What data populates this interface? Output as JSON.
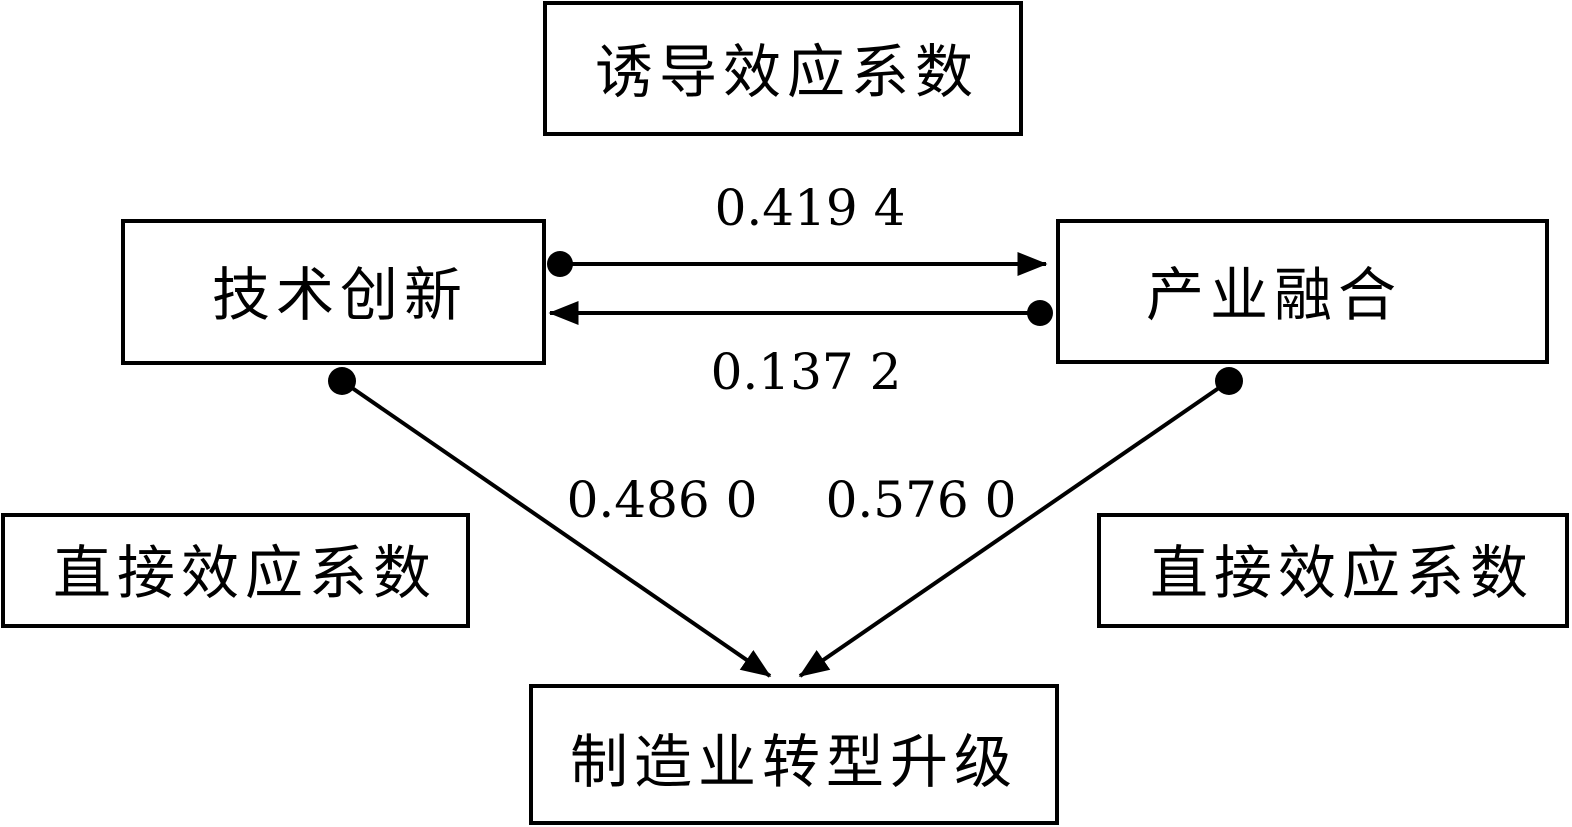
{
  "nodes": {
    "induced_label": "诱导效应系数",
    "tech": "技术创新",
    "industry": "产业融合",
    "direct_left": "直接效应系数",
    "direct_right": "直接效应系数",
    "target": "制造业转型升级"
  },
  "edges": {
    "tech_to_industry": "0.419 4",
    "industry_to_tech": "0.137 2",
    "tech_to_target": "0.486 0",
    "industry_to_target": "0.576 0"
  }
}
